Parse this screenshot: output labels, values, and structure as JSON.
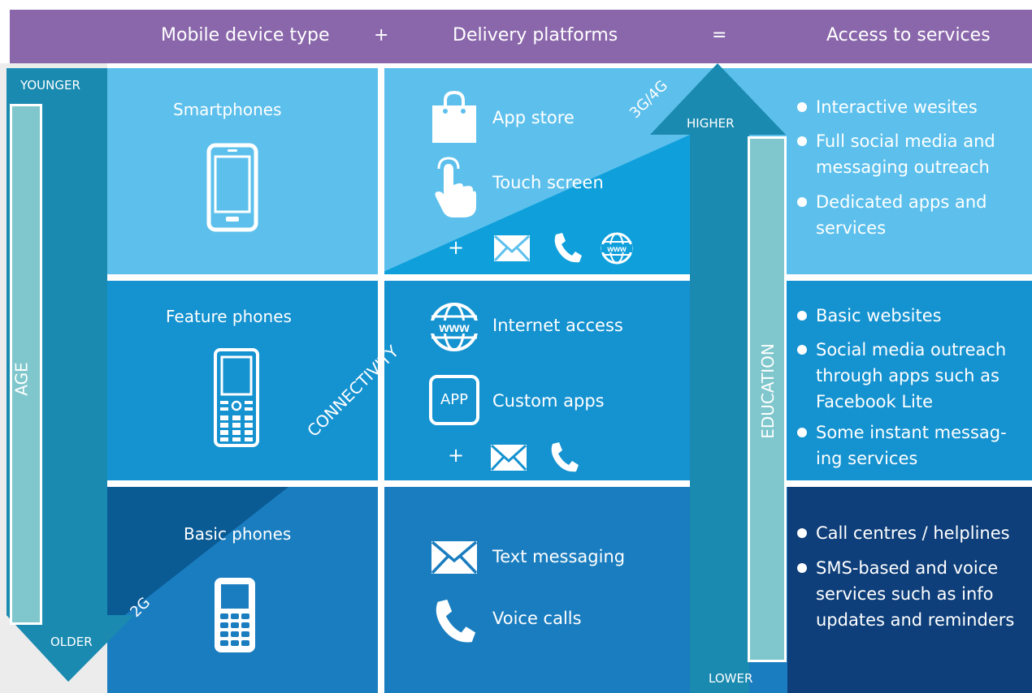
{
  "header": {
    "device_type": "Mobile device type",
    "plus": "+",
    "platforms": "Delivery platforms",
    "equals": "=",
    "services": "Access to services"
  },
  "age_axis": {
    "label": "AGE",
    "top": "YOUNGER",
    "bottom": "OLDER"
  },
  "education_axis": {
    "label": "EDUCATION",
    "top": "HIGHER",
    "bottom": "LOWER"
  },
  "connectivity": {
    "label": "CONNECTIVITY",
    "high": "3G/4G",
    "low": "2G"
  },
  "rows": [
    {
      "device": "Smartphones",
      "platforms": [
        "App store",
        "Touch screen"
      ],
      "plus": "+",
      "services": [
        "Interactive wesites",
        "Full social media and messaging outreach",
        "Dedicated apps and services"
      ]
    },
    {
      "device": "Feature phones",
      "platforms": [
        "Internet access",
        "Custom apps"
      ],
      "app_icon_text": "APP",
      "plus": "+",
      "services": [
        "Basic websites",
        "Social media outreach through apps such as Facebook Lite",
        "Some instant messag-ing services"
      ]
    },
    {
      "device": "Basic phones",
      "platforms": [
        "Text messaging",
        "Voice calls"
      ],
      "services": [
        "Call centres / helplines",
        "SMS-based and voice services such as info updates and reminders"
      ]
    }
  ],
  "colors": {
    "header": "#8a67ab",
    "row1": "#5dc0ec",
    "row1_dark": "#0fa0dc",
    "row2": "#1592d0",
    "row3_left": "#0a5a94",
    "row3_mid": "#1a7dbf",
    "row3_right": "#0e3f7a",
    "axis_dark": "#1a8ab0",
    "axis_light": "#7fc7cc"
  }
}
